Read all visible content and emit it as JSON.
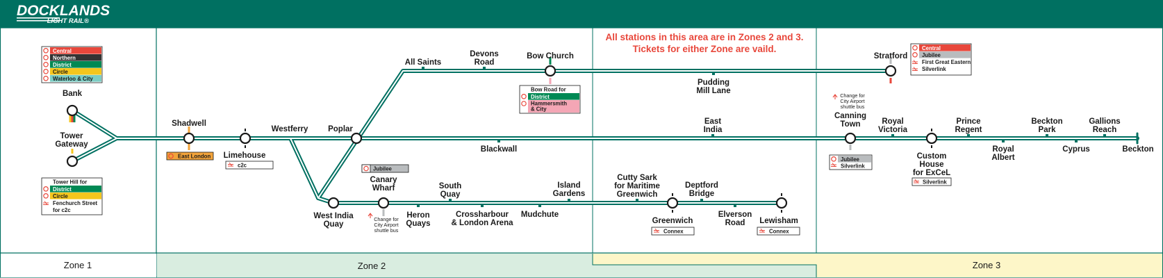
{
  "header": {
    "logo_line1": "DOCKLANDS",
    "logo_line2": "LIGHT RAIL®"
  },
  "notice": {
    "line1": "All stations in this area are in Zones 2 and 3.",
    "line2": "Tickets for either Zone are vaild."
  },
  "zones": {
    "zone1": "Zone 1",
    "zone2": "Zone 2",
    "zone3": "Zone 3"
  },
  "stations": {
    "bank": "Bank",
    "tower_gateway": [
      "Tower",
      "Gateway"
    ],
    "shadwell": "Shadwell",
    "limehouse": "Limehouse",
    "westferry": "Westferry",
    "poplar": "Poplar",
    "all_saints": "All Saints",
    "devons_road": [
      "Devons",
      "Road"
    ],
    "bow_church": "Bow Church",
    "pudding_mill_lane": [
      "Pudding",
      "Mill Lane"
    ],
    "stratford": "Stratford",
    "blackwall": "Blackwall",
    "east_india": [
      "East",
      "India"
    ],
    "canning_town": [
      "Canning",
      "Town"
    ],
    "royal_victoria": [
      "Royal",
      "Victoria"
    ],
    "custom_house": [
      "Custom",
      "House",
      "for ExCeL"
    ],
    "prince_regent": [
      "Prince",
      "Regent"
    ],
    "royal_albert": [
      "Royal",
      "Albert"
    ],
    "beckton_park": [
      "Beckton",
      "Park"
    ],
    "cyprus": "Cyprus",
    "gallions_reach": [
      "Gallions",
      "Reach"
    ],
    "beckton": "Beckton",
    "west_india_quay": [
      "West India",
      "Quay"
    ],
    "canary_wharf": [
      "Canary",
      "Wharf"
    ],
    "heron_quays": [
      "Heron",
      "Quays"
    ],
    "south_quay": [
      "South",
      "Quay"
    ],
    "crossharbour": [
      "Crossharbour",
      "& London Arena"
    ],
    "mudchute": "Mudchute",
    "island_gardens": [
      "Island",
      "Gardens"
    ],
    "cutty_sark": [
      "Cutty Sark",
      "for Maritime",
      "Greenwich"
    ],
    "greenwich": "Greenwich",
    "deptford_bridge": [
      "Deptford",
      "Bridge"
    ],
    "elverson_road": [
      "Elverson",
      "Road"
    ],
    "lewisham": "Lewisham"
  },
  "interchanges": {
    "bank_lines": [
      "Central",
      "Northern",
      "District",
      "Circle",
      "Waterloo & City"
    ],
    "tower_hill": {
      "title": "Tower Hill for",
      "lines": [
        "District",
        "Circle"
      ],
      "rail": [
        "Fenchurch Street",
        "for c2c"
      ]
    },
    "shadwell": "East London",
    "limehouse": "c2c",
    "canary_wharf": "Jubilee",
    "bow_road": {
      "title": "Bow Road for",
      "lines": [
        "District",
        "Hammersmith",
        "& City"
      ]
    },
    "stratford": {
      "lines": [
        "Central",
        "Jubilee"
      ],
      "rail": [
        "First Great Eastern",
        "Silverlink"
      ]
    },
    "canning_town": [
      "Jubilee",
      "Silverlink"
    ],
    "custom_house": "Silverlink",
    "greenwich": "Connex",
    "lewisham": "Connex",
    "airport_note": [
      "Change for",
      "City Airport",
      "shuttle bus"
    ]
  },
  "colors": {
    "dlr_teal": "#007061",
    "central": "#e8473b",
    "northern": "#333333",
    "district": "#008954",
    "circle": "#f5c61d",
    "waterloo_city": "#7ccdc4",
    "jubilee": "#b9bcbe",
    "hammersmith_city": "#f4a6b5",
    "east_london": "#f2a33a",
    "zone2_fill": "#d9ede0",
    "zone3_fill": "#fdf6c8",
    "notice_red": "#e8473b"
  }
}
